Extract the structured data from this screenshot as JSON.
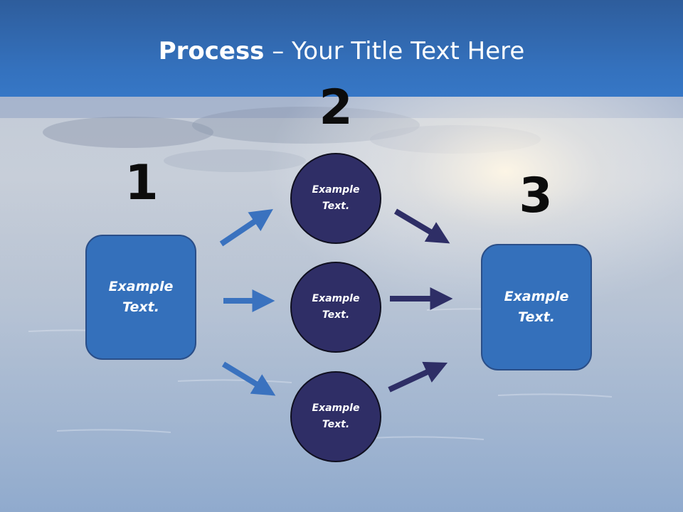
{
  "title": {
    "bold": "Process",
    "rest": " – Your Title Text Here"
  },
  "steps": {
    "one": "1",
    "two": "2",
    "three": "3"
  },
  "left_box": {
    "text": "Example Text."
  },
  "right_box": {
    "text": "Example Text."
  },
  "circles": [
    {
      "text": "Example Text."
    },
    {
      "text": "Example Text."
    },
    {
      "text": "Example Text."
    }
  ],
  "colors": {
    "header": "#3471bd",
    "box_fill": "#3470bb",
    "circle_fill": "#2f2e66",
    "arrow_blue": "#3a72bf",
    "arrow_navy": "#2e2e66"
  },
  "icons": {
    "arrows": "arrow-right"
  }
}
